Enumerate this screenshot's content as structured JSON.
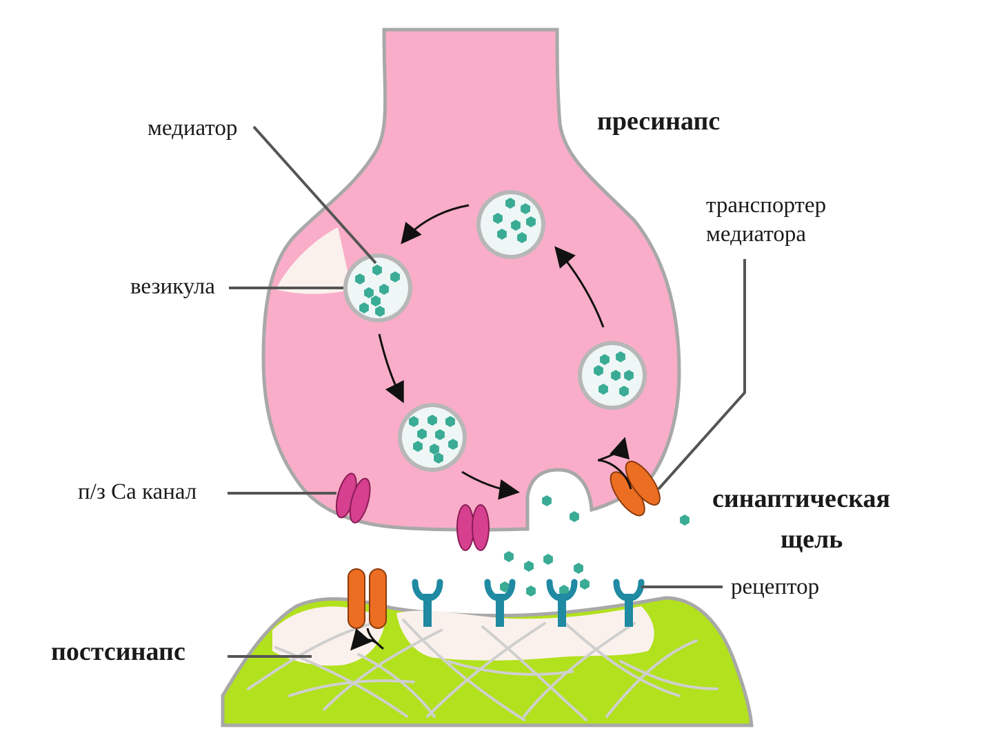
{
  "labels": {
    "presynapse": "пресинапс",
    "mediator": "медиатор",
    "vesicle": "везикула",
    "transporter_line1": "транспортер",
    "transporter_line2": "медиатора",
    "ca_channel": "п/з Ca канал",
    "cleft_line1": "синаптическая",
    "cleft_line2": "щель",
    "receptor": "рецептор",
    "postsynapse": "постсинапс"
  },
  "colors": {
    "presynaptic_fill": "#f9adc8",
    "membrane": "#a8a8a8",
    "postsynaptic_fill": "#b2e11e",
    "cytoskeleton": "#fbf1ec",
    "vesicle_fill": "#eef7f6",
    "mediator": "#3aab95",
    "ca_channel": "#d6408f",
    "transporter": "#ec6e22",
    "receptor": "#1f8aa2"
  },
  "icons": {
    "vesicle": "vesicle-icon",
    "mediator": "mediator-molecule-icon",
    "ca_channel": "ca-channel-icon",
    "transporter": "transporter-icon",
    "receptor": "receptor-icon"
  }
}
